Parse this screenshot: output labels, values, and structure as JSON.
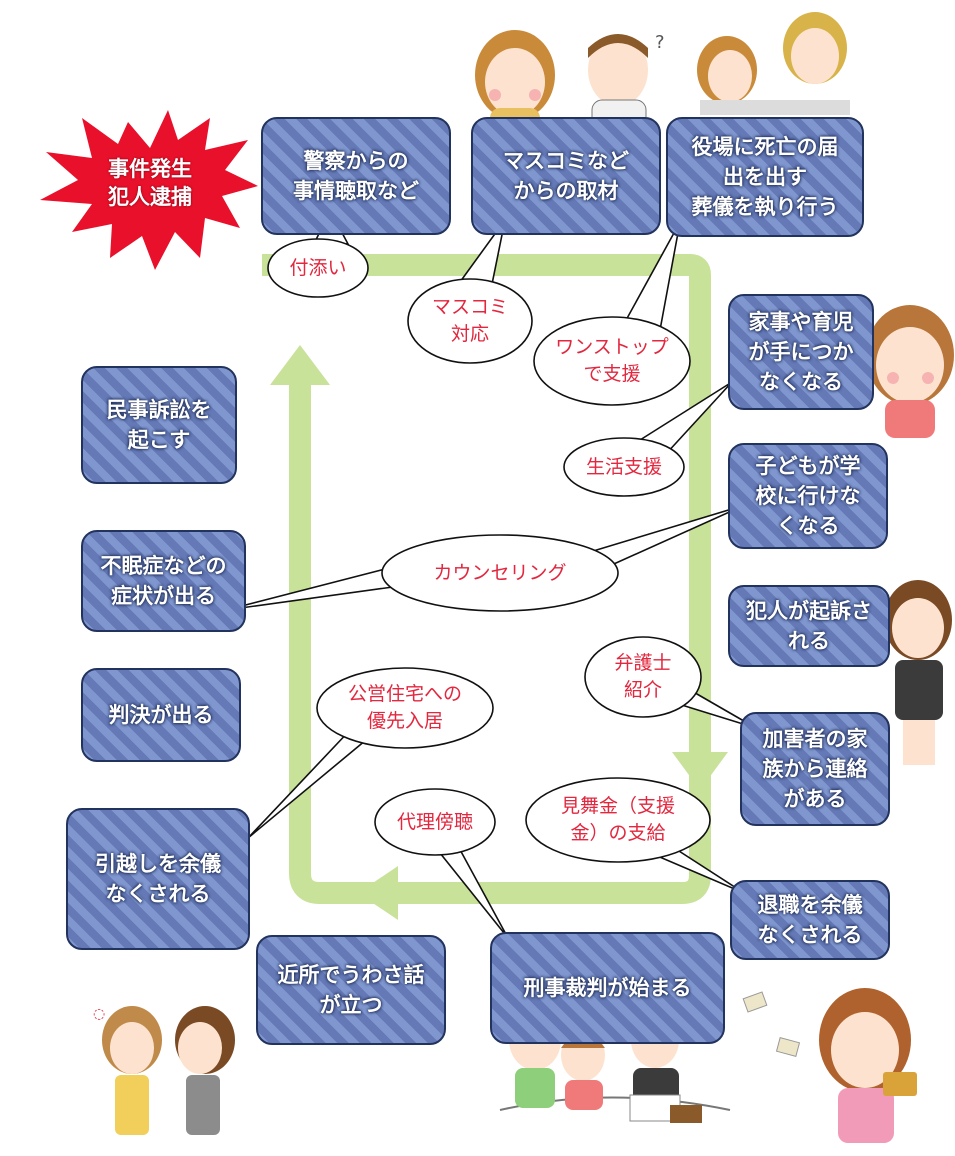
{
  "event": {
    "text": "事件発生\n犯人逮捕"
  },
  "boxes": {
    "police": "警察からの\n事情聴取など",
    "media": "マスコミなど\nからの取材",
    "office": "役場に死亡の届\n出を出す\n葬儀を執り行う",
    "housework": "家事や育児\nが手につか\nなくなる",
    "school": "子どもが学\n校に行けな\nくなる",
    "indicted": "犯人が起訴さ\nれる",
    "perpetrator_family": "加害者の家\n族から連絡\nがある",
    "resign": "退職を余儀\nなくされる",
    "trial": "刑事裁判が始まる",
    "rumor": "近所でうわさ話\nが立つ",
    "move": "引越しを余儀\nなくされる",
    "verdict": "判決が出る",
    "insomnia": "不眠症などの\n症状が出る",
    "civil_suit": "民事訴訟を\n起こす"
  },
  "bubbles": {
    "accompany": "付添い",
    "media_response": "マスコミ\n対応",
    "one_stop": "ワンストップ\nで支援",
    "life_support": "生活支援",
    "counseling": "カウンセリング",
    "lawyer": "弁護士\n紹介",
    "public_housing": "公営住宅への\n優先入居",
    "proxy_hearing": "代理傍聴",
    "sympathy_money": "見舞金（支援\n金）の支給"
  },
  "colors": {
    "box_fill": "#6f88c2",
    "box_border": "#22335e",
    "bubble_text": "#e2273e",
    "arrow": "#c8e29a",
    "burst": "#e8102a"
  }
}
